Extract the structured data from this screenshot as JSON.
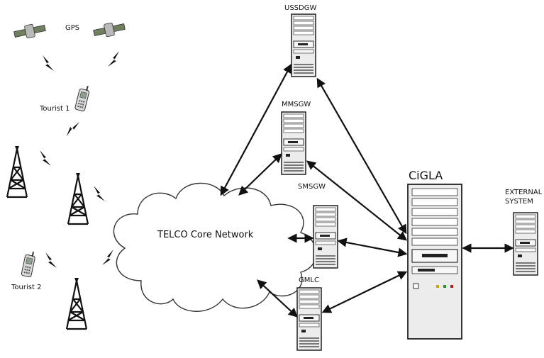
{
  "labels": {
    "gps": "GPS",
    "tourist1": "Tourist 1",
    "tourist2": "Tourist 2",
    "ussdgw": "USSDGW",
    "mmsgw": "MMSGW",
    "smsgw": "SMSGW",
    "gmlc": "GMLC",
    "cigla": "CiGLA",
    "external_line1": "EXTERNAL",
    "external_line2": "SYSTEM",
    "core_network": "TELCO Core Network"
  },
  "colors": {
    "ink": "#111111",
    "server_fill": "#ececec",
    "server_dark": "#9a9a9a",
    "phone_fill": "#d9d9d9",
    "satellite_panel": "#6f7f5f"
  },
  "icons": {
    "satellite": "satellite-icon",
    "phone": "mobile-phone-icon",
    "tower": "cell-tower-icon",
    "signal": "lightning-signal-icon",
    "server": "server-tower-icon",
    "cloud": "network-cloud-icon"
  }
}
